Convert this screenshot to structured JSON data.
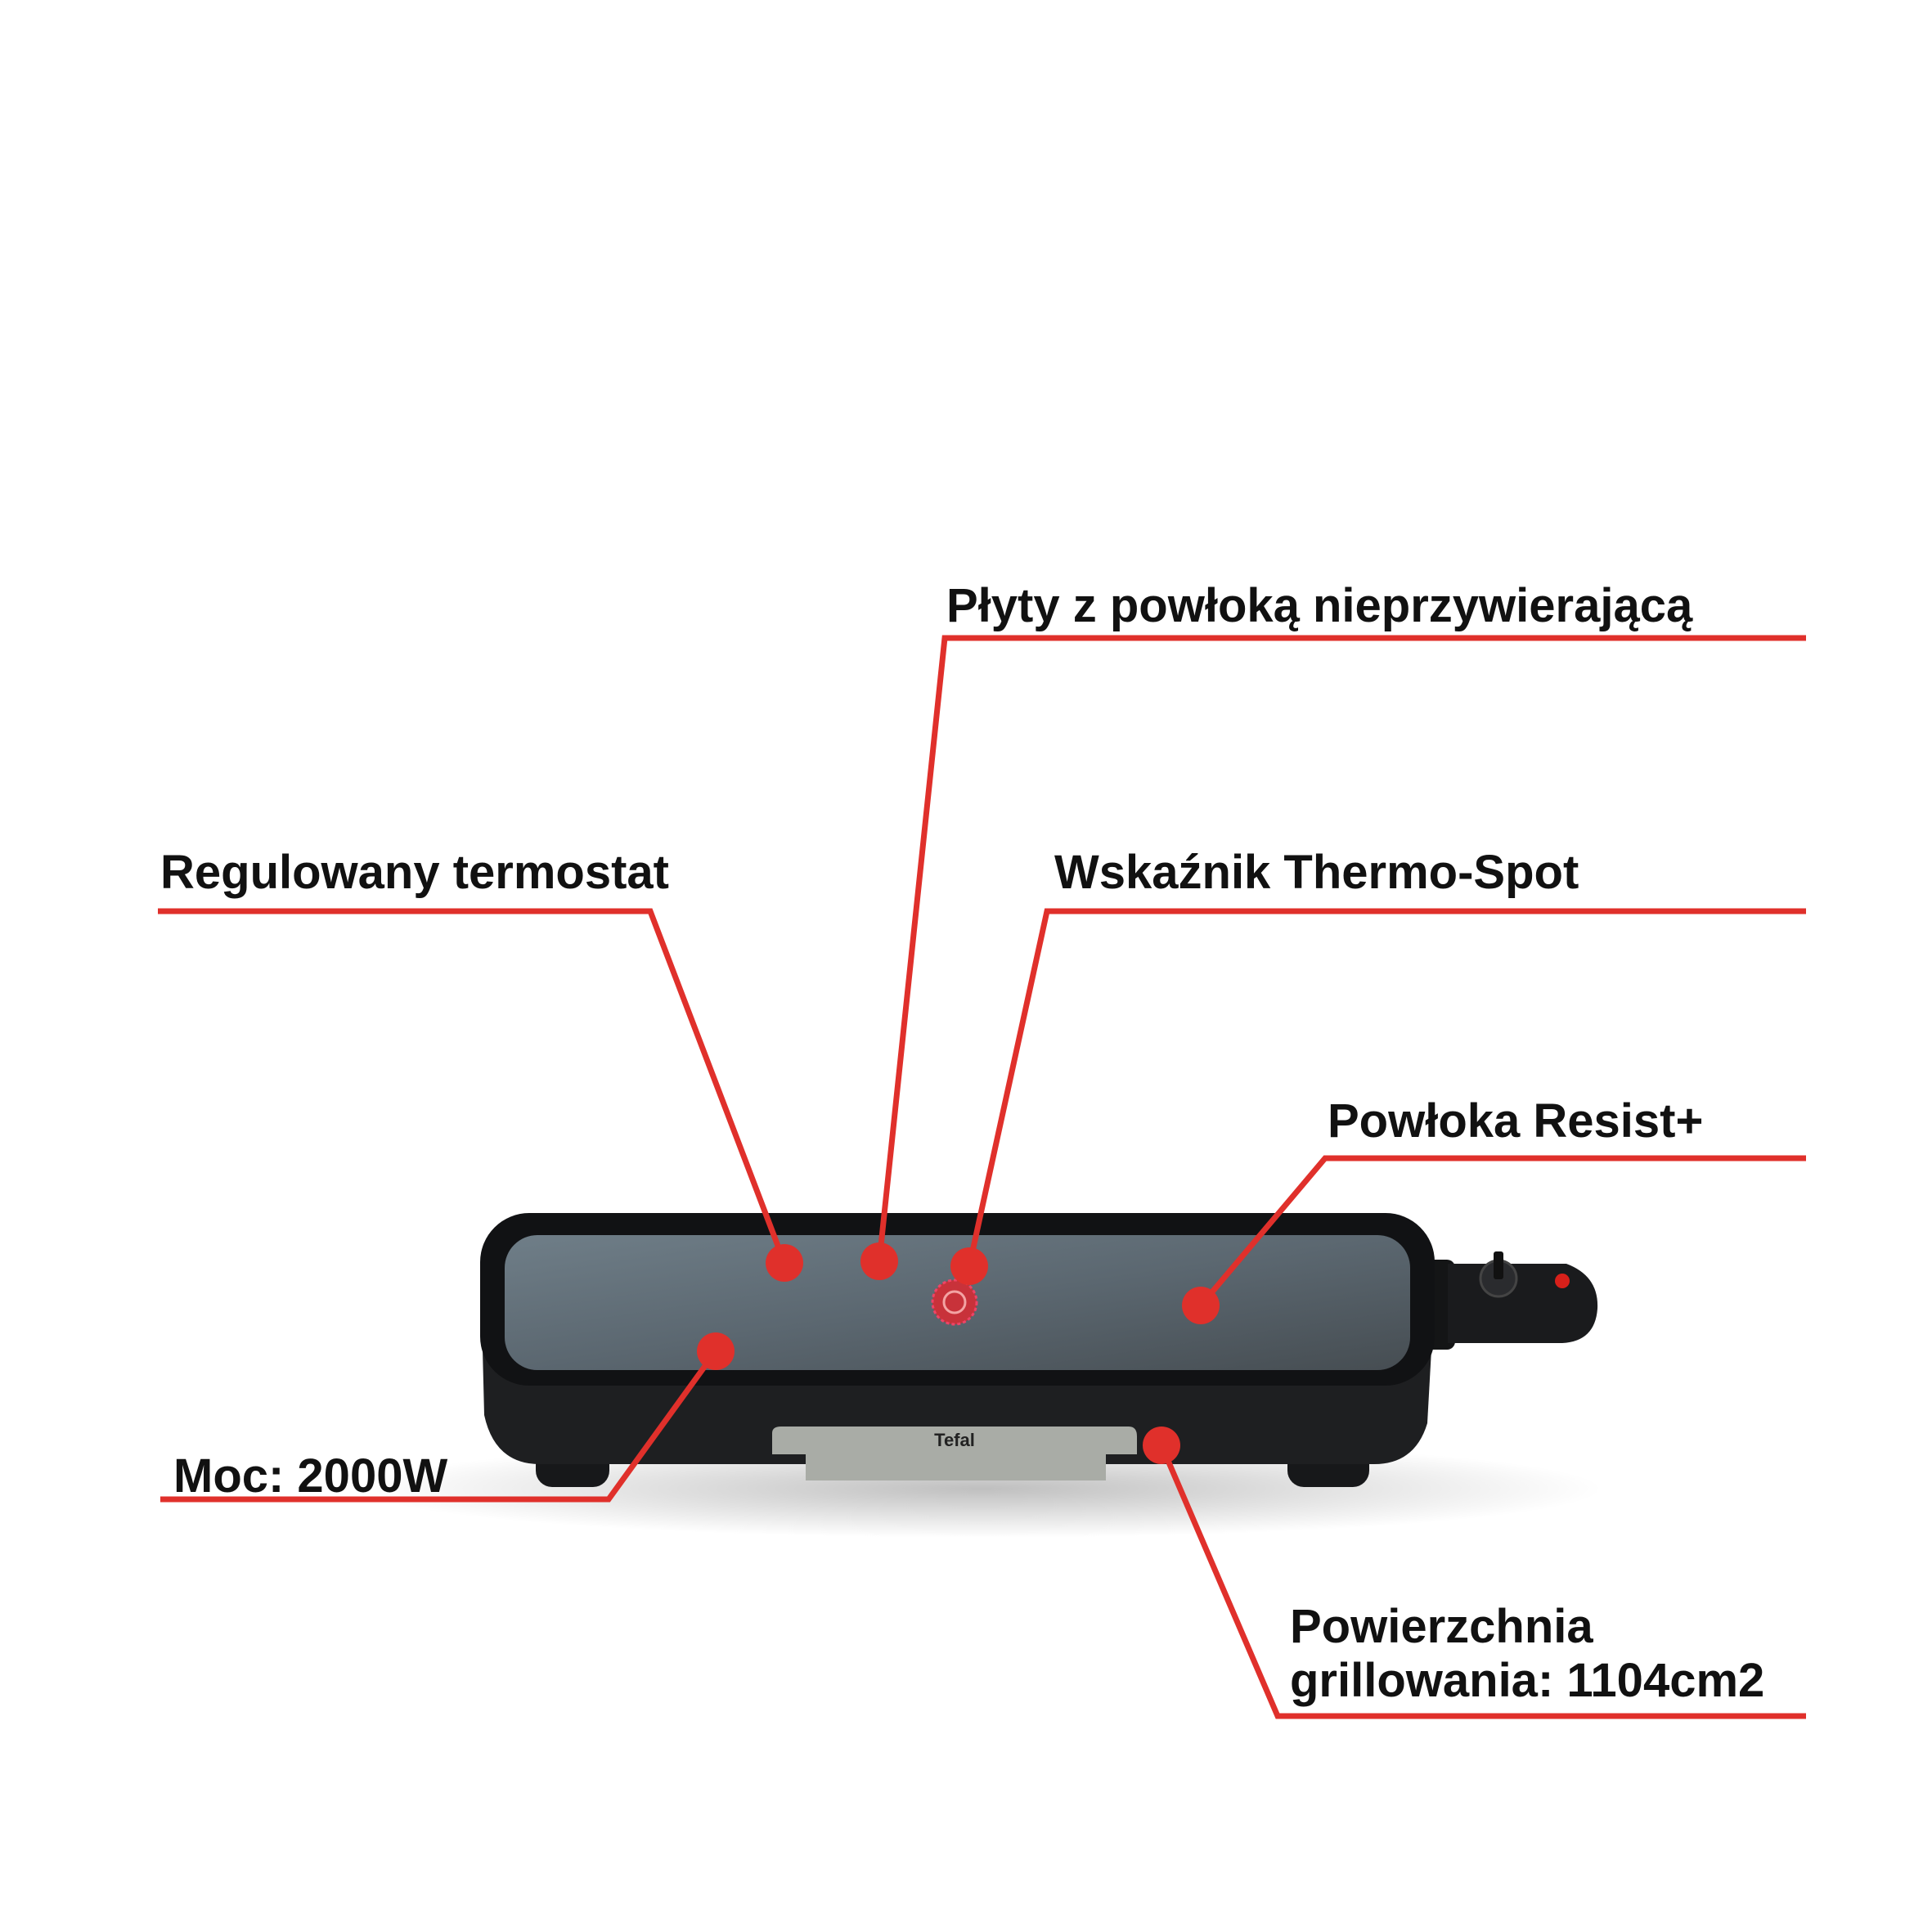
{
  "colors": {
    "accent": "#e0302b",
    "text": "#111111",
    "grill_body": "#1e1f21",
    "grill_surface": "#5a636b",
    "drawer": "#a9aca6"
  },
  "product": {
    "brand_logo": "Tefal"
  },
  "callouts": [
    {
      "id": "non-stick-plates",
      "text": "Płyty z powłoką nieprzywierającą"
    },
    {
      "id": "thermostat",
      "text": "Regulowany termostat"
    },
    {
      "id": "thermo-spot",
      "text": "Wskaźnik Thermo-Spot"
    },
    {
      "id": "resist-coating",
      "text": "Powłoka Resist+"
    },
    {
      "id": "power",
      "text": "Moc: 2000W"
    },
    {
      "id": "surface-area",
      "line1": "Powierzchnia",
      "line2": "grillowania: 1104cm2"
    }
  ]
}
